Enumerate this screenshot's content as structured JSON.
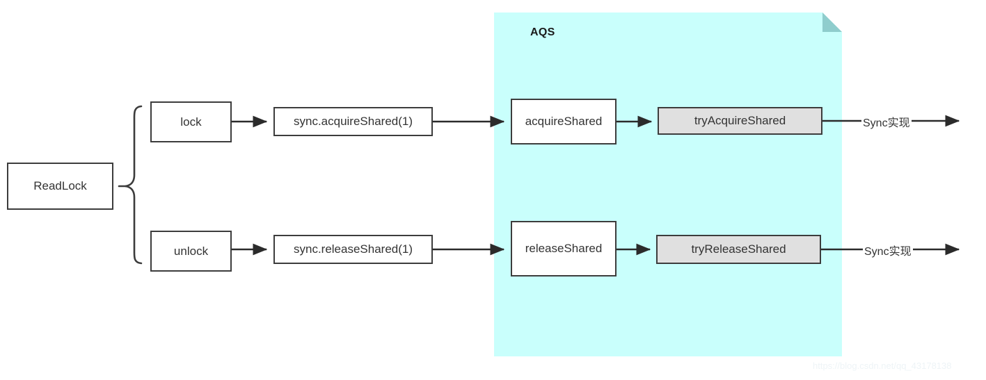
{
  "diagram": {
    "title": "ReadLock to AQS shared acquire/release flow",
    "watermark": "https://blog.csdn.net/qq_43178138",
    "colors": {
      "panel_fill": "#c9fffc",
      "panel_fold": "#8fcdcd",
      "node_stroke": "#3c3c3c",
      "node_fill": "#ffffff",
      "node_fill_gray": "#e0e0e0",
      "text": "#333333"
    },
    "panel": {
      "label": "AQS"
    },
    "nodes": {
      "readlock": "ReadLock",
      "lock": "lock",
      "unlock": "unlock",
      "sync_acquire_shared": "sync.acquireShared(1)",
      "sync_release_shared": "sync.releaseShared(1)",
      "acquire_shared": "acquireShared",
      "release_shared": "releaseShared",
      "try_acquire_shared": "tryAcquireShared",
      "try_release_shared": "tryReleaseShared"
    },
    "edges": {
      "top_sync_label": "Sync实现",
      "bottom_sync_label": "Sync实现"
    }
  }
}
